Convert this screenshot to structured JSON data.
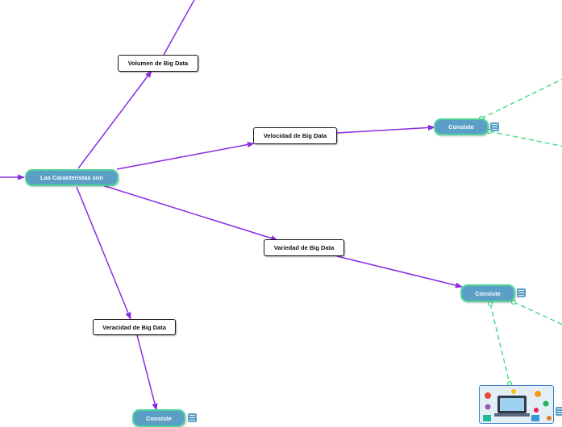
{
  "diagram": {
    "root": {
      "label": "Las Caracteristas son"
    },
    "branches": [
      {
        "label": "Volumen de Big Data"
      },
      {
        "label": "Velocidad de Big Data"
      },
      {
        "label": "Variedad de Big Data"
      },
      {
        "label": "Veracidad de Big Data"
      }
    ],
    "sub_nodes": [
      {
        "label": "Consiste"
      },
      {
        "label": "Consiste"
      },
      {
        "label": "Consiste"
      }
    ],
    "colors": {
      "connector": "#8a2be2",
      "dashed_link": "#3ddc84",
      "topic_fill": "#5b9fc7",
      "topic_border": "#4ed49a"
    },
    "icons": [
      "note-icon",
      "image-thumbnail"
    ]
  }
}
